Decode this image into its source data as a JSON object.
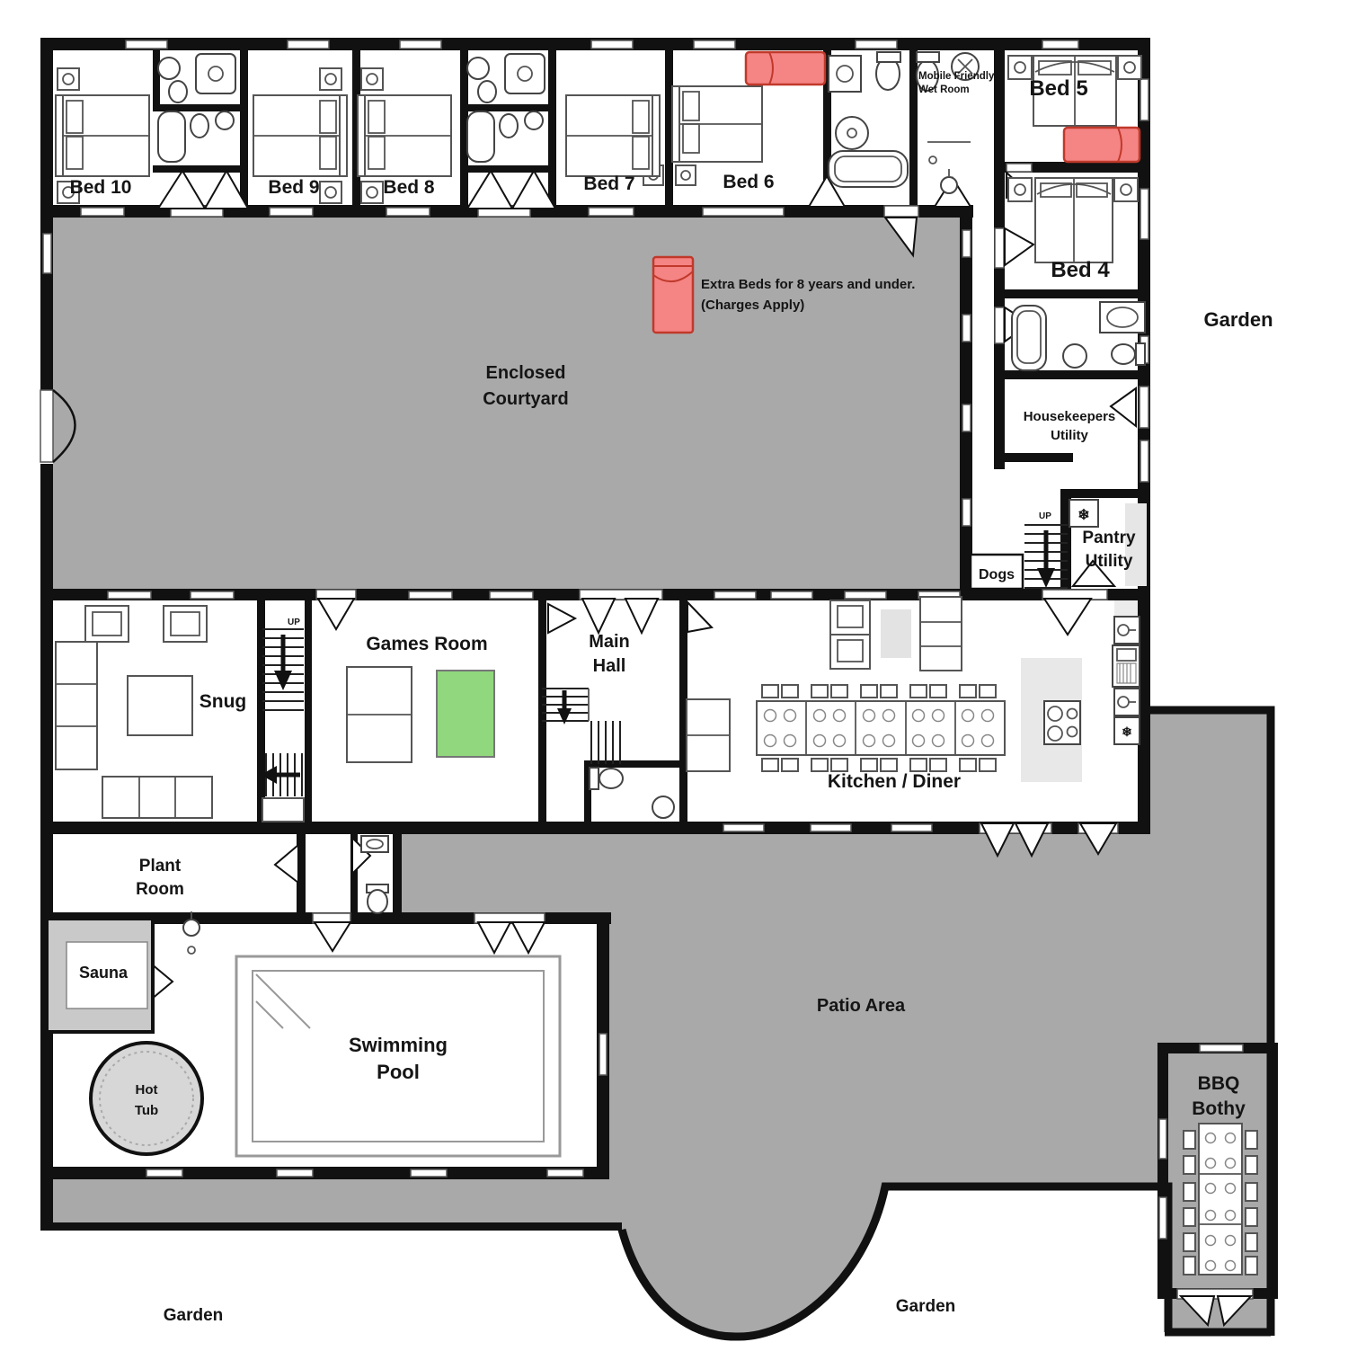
{
  "labels": {
    "bed10": "Bed 10",
    "bed9": "Bed 9",
    "bed8": "Bed 8",
    "bed7": "Bed 7",
    "bed6": "Bed 6",
    "bed5": "Bed 5",
    "bed4": "Bed 4",
    "wet_room_1": "Mobile Friendly",
    "wet_room_2": "Wet Room",
    "garden_right": "Garden",
    "garden_bottom_left": "Garden",
    "garden_bottom_center": "Garden",
    "courtyard_1": "Enclosed",
    "courtyard_2": "Courtyard",
    "extra_beds_1": "Extra Beds for 8 years and under.",
    "extra_beds_2": "(Charges Apply)",
    "housekeepers_1": "Housekeepers",
    "housekeepers_2": "Utility",
    "pantry_1": "Pantry",
    "pantry_2": "Utility",
    "dogs": "Dogs",
    "up_stairs_east": "UP",
    "up_stairs_snug": "UP",
    "snug": "Snug",
    "games_room": "Games Room",
    "main_hall_1": "Main",
    "main_hall_2": "Hall",
    "kitchen_diner": "Kitchen / Diner",
    "plant_room_1": "Plant",
    "plant_room_2": "Room",
    "sauna": "Sauna",
    "hot_tub_1": "Hot",
    "hot_tub_2": "Tub",
    "pool_1": "Swimming",
    "pool_2": "Pool",
    "patio": "Patio Area",
    "bbq_1": "BBQ",
    "bbq_2": "Bothy"
  },
  "icons": {
    "freezer": "❄"
  },
  "colors": {
    "wall": "#111111",
    "courtyard": "#a9a9a9",
    "patio": "#a9a9a9",
    "path_strip": "#a9a9a9",
    "extra_bed_fill": "#f58484",
    "extra_bed_stroke": "#c0392b",
    "games_table_green": "#90d77e",
    "sauna_grey": "#c9c9c9",
    "island_grey": "#e8e8e8",
    "hot_tub_grey": "#d7d7d7"
  }
}
